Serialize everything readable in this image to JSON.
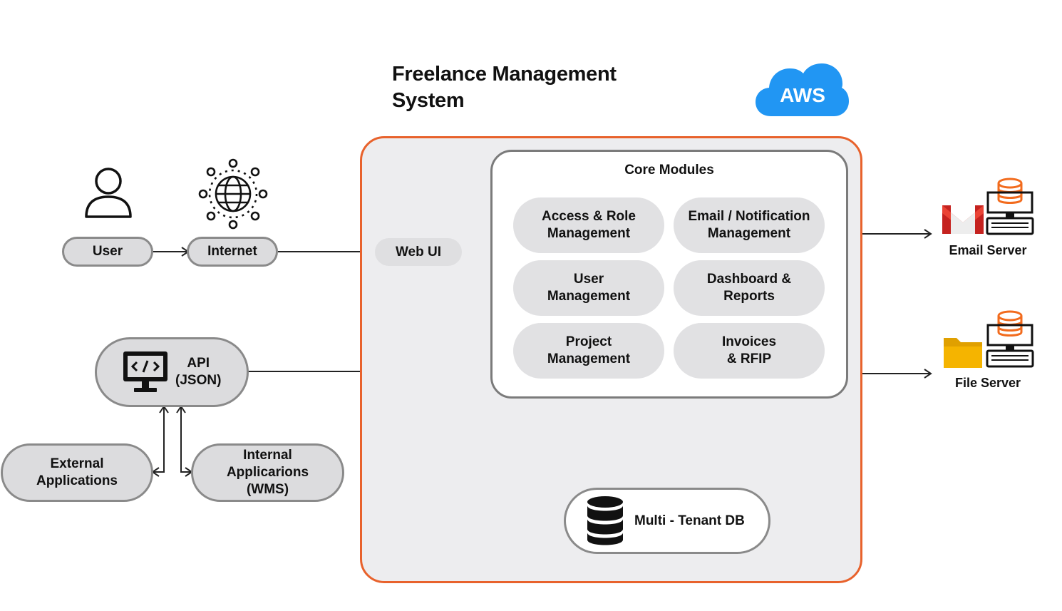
{
  "title": "Freelance Management\nSystem",
  "cloud_label": "AWS",
  "core": {
    "title": "Core Modules",
    "modules": [
      "Access & Role\nManagement",
      "Email / Notification\nManagement",
      "User\nManagement",
      "Dashboard &\nReports",
      "Project\nManagement",
      "Invoices\n& RFIP"
    ]
  },
  "nodes": {
    "user": "User",
    "internet": "Internet",
    "web_ui": "Web UI",
    "api": "API\n(JSON)",
    "external_apps": "External\nApplications",
    "internal_apps": "Internal\nApplicarions\n(WMS)",
    "db": "Multi - Tenant DB"
  },
  "servers": {
    "email": "Email Server",
    "file": "File Server"
  },
  "colors": {
    "system_border": "#e8622c",
    "aws_cloud": "#2196f3",
    "gmail_red": "#d93025",
    "server_orange": "#f26b1d",
    "folder_yellow": "#f5b400"
  }
}
